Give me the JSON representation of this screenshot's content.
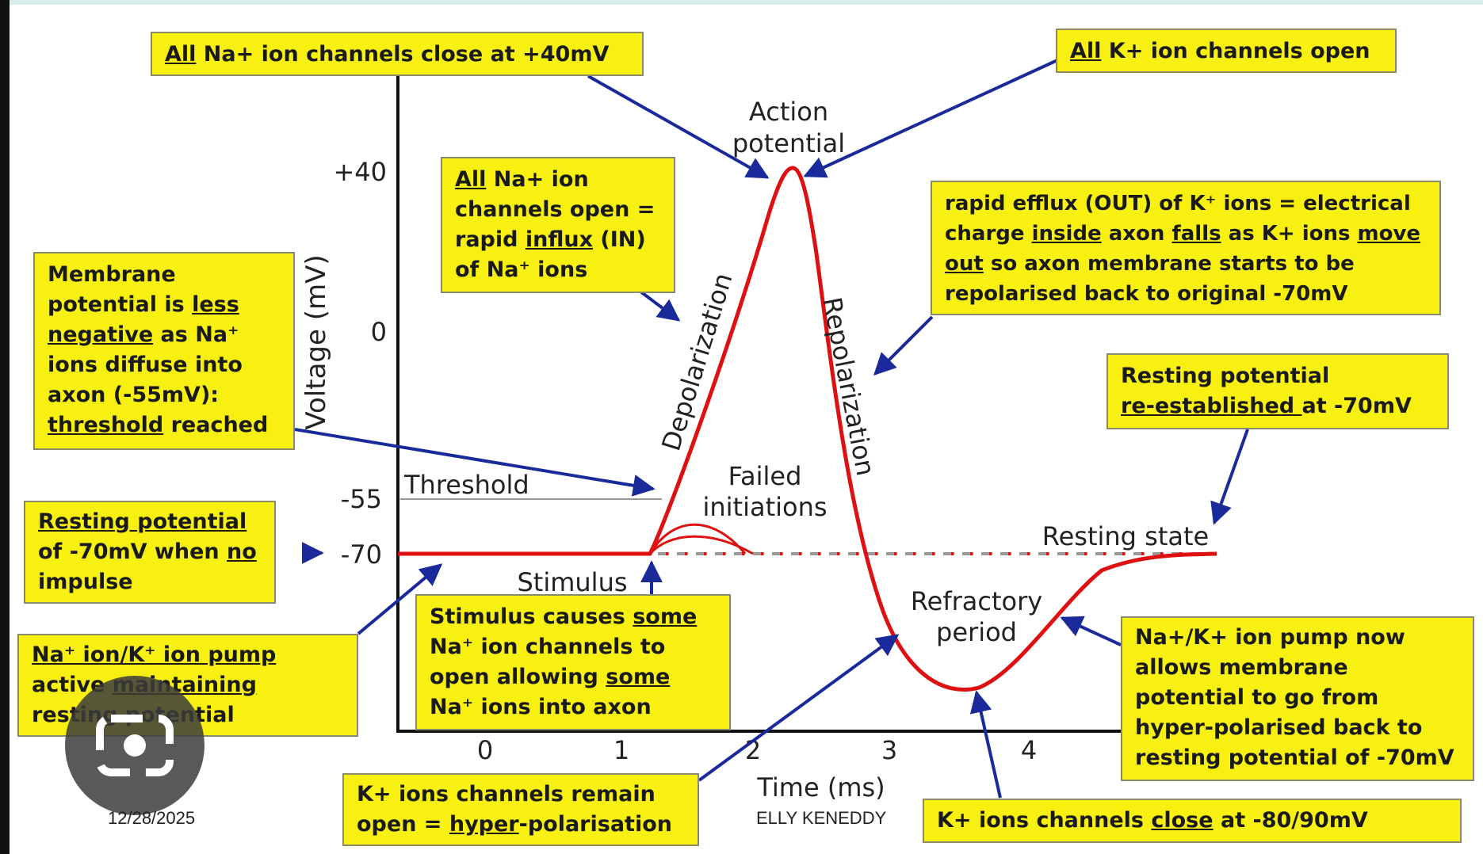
{
  "diagram": {
    "y_axis_label": "Voltage (mV)",
    "x_axis_label": "Time (ms)",
    "y_ticks": [
      "+40",
      "0",
      "-55",
      "-70"
    ],
    "x_ticks": [
      "0",
      "1",
      "2",
      "3",
      "4"
    ],
    "labels": {
      "action_potential_line1": "Action",
      "action_potential_line2": "potential",
      "threshold": "Threshold",
      "depolarization": "Depolarization",
      "repolarization": "Repolarization",
      "failed_line1": "Failed",
      "failed_line2": "initiations",
      "resting_state": "Resting state",
      "stimulus": "Stimulus",
      "refractory_line1": "Refractory",
      "refractory_line2": "period"
    }
  },
  "boxes": {
    "na_close": {
      "pre": "All",
      "rest": " Na+ ion channels close at +40mV"
    },
    "k_open": {
      "pre": "All",
      "rest": " K+ ion channels open"
    },
    "na_open": {
      "l1_pre": "All",
      "l1_rest": " Na+ ion",
      "l2": "channels open =",
      "l3_pre": "rapid ",
      "l3_u": "influx",
      "l3_post": " (IN)",
      "l4": "of Na⁺ ions"
    },
    "efflux": {
      "l1": "rapid efflux (OUT) of K⁺ ions = electrical",
      "l2_a": "charge ",
      "l2_u1": "inside",
      "l2_b": " axon ",
      "l2_u2": "falls",
      "l2_c": " as K+ ions ",
      "l2_u3": "move",
      "l3_u": "out",
      "l3_rest": " so axon membrane starts to be",
      "l4": "repolarised back to original -70mV"
    },
    "membrane": {
      "l1": "Membrane",
      "l2_pre": "potential is ",
      "l2_u": "less",
      "l3_u": "negative",
      "l3_rest": " as Na⁺",
      "l4": "ions diffuse into",
      "l5": "axon (-55mV):",
      "l6_u": "threshold",
      "l6_rest": " reached"
    },
    "resting_reest": {
      "l1": "Resting potential",
      "l2_u": "re-established ",
      "l2_rest": "at -70mV"
    },
    "resting_potential": {
      "l1_u": "Resting potential",
      "l2_pre": "of -70mV when ",
      "l2_u": "no",
      "l3": "impulse"
    },
    "stimulus_box": {
      "l1_pre": "Stimulus causes ",
      "l1_u": "some",
      "l2": "Na⁺ ion channels to",
      "l3_pre": "open allowing ",
      "l3_u": "some",
      "l4": "Na⁺ ions into axon"
    },
    "pump_active": {
      "l1_u": "Na⁺ ion/K⁺ ion pump",
      "l2_pre": "active ",
      "l2_u": "maintaining",
      "l3": "resting potential"
    },
    "pump_now": {
      "l1": "Na+/K+ ion pump now",
      "l2": "allows membrane",
      "l3": "potential to go from",
      "l4": "hyper-polarised back to",
      "l5": "resting potential of -70mV"
    },
    "k_remain": {
      "l1": "K+ ions channels remain",
      "l2_pre": "open = ",
      "l2_u": "hyper",
      "l2_post": "-polarisation"
    },
    "k_close": {
      "pre": "K+ ions channels ",
      "u": "close",
      "post": " at -80/90mV"
    }
  },
  "footer": {
    "date": "12/28/2025",
    "author": "ELLY KENEDDY"
  },
  "colors": {
    "curve": "#dd1111",
    "arrow": "#1a2a9a",
    "box": "#f7f010"
  },
  "icons": [
    "camera-lens-icon"
  ]
}
